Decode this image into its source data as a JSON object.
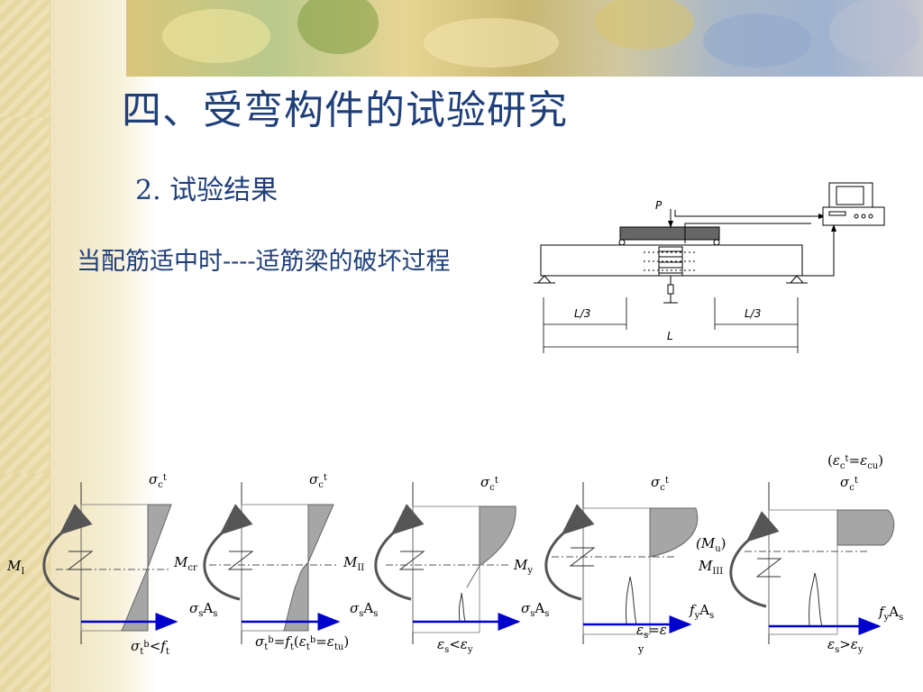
{
  "title": "四、受弯构件的试验研究",
  "subtitle": "2.  试验结果",
  "description": "当配筋适中时----适筋梁的破坏过程",
  "test_setup": {
    "load_label": "P",
    "span_third_left": "L/3",
    "span_third_right": "L/3",
    "span_label": "L"
  },
  "stages": [
    {
      "moment": "MI",
      "top_stress": "σct",
      "mid_label": "Mcr",
      "steel_label": "σsAs",
      "bottom": "σtb<ft"
    },
    {
      "moment": "Mcr",
      "top_stress": "σct",
      "mid_label": "MII",
      "steel_label": "σsAs",
      "bottom": "σtb=ft(εtb=εtu)"
    },
    {
      "moment": "MII",
      "top_stress": "σct",
      "mid_label": "My",
      "steel_label": "σsAs",
      "bottom": "εs<εy"
    },
    {
      "moment": "My",
      "top_stress": "σct",
      "mid_label": "(Mu) MIII",
      "steel_label": "fyAs",
      "bottom": "εs=εy"
    },
    {
      "moment": "MIII",
      "top_stress": "σct",
      "top_note": "(εct=εcu)",
      "steel_label": "fyAs",
      "bottom": "εs>εy"
    }
  ],
  "colors": {
    "title": "#1f3f7a",
    "steel_arrow": "#0000cc",
    "stress_fill": "#a6a6a6",
    "moment_arrow": "#555555"
  }
}
